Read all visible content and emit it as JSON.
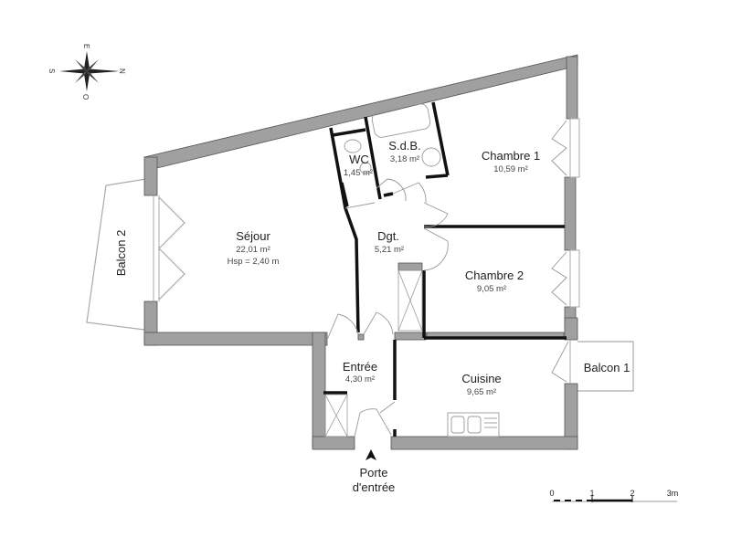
{
  "compass": {
    "north": "N",
    "south": "S",
    "east": "E",
    "west": "O"
  },
  "rooms": {
    "sejour": {
      "label": "Séjour",
      "area": "22,01 m²",
      "height": "Hsp = 2,40 m"
    },
    "wc": {
      "label": "WC",
      "area": "1,45 m²"
    },
    "sdb": {
      "label": "S.d.B.",
      "area": "3,18 m²"
    },
    "chambre1": {
      "label": "Chambre 1",
      "area": "10,59 m²"
    },
    "dgt": {
      "label": "Dgt.",
      "area": "5,21 m²"
    },
    "chambre2": {
      "label": "Chambre 2",
      "area": "9,05 m²"
    },
    "entree": {
      "label": "Entrée",
      "area": "4,30 m²"
    },
    "cuisine": {
      "label": "Cuisine",
      "area": "9,65 m²"
    },
    "balcon1": {
      "label": "Balcon 1"
    },
    "balcon2": {
      "label": "Balcon 2"
    }
  },
  "entrance": {
    "line1": "Porte",
    "line2": "d'entrée"
  },
  "scale_bar": {
    "ticks": [
      "0",
      "1",
      "2",
      "3m"
    ]
  },
  "colors": {
    "wall_fill": "#a0a0a0",
    "wall_stroke": "#555555",
    "partition": "#111111",
    "background": "#ffffff"
  }
}
